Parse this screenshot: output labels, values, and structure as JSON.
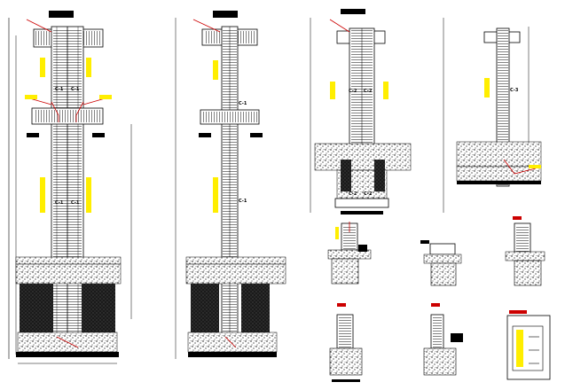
{
  "drawing": {
    "colors": {
      "background": "#ffffff",
      "linework": "#000000",
      "rebar_stirrup": "#303030",
      "annotation_red": "#cc0000",
      "annotation_yellow": "#ffee00",
      "concrete_fill": "#d8d8d8",
      "soil_fill": "#1a1a1a"
    },
    "column_labels": {
      "c1_upper_left": "C-1",
      "c1_upper_right": "C-1",
      "c1_lower_left": "C-1",
      "c1_lower_right": "C-1",
      "c1b_upper": "C-1",
      "c1b_lower": "C-1",
      "c2_left": "C-2",
      "c2_right": "C-2",
      "c2_lower_left": "C-2",
      "c2_lower_right": "C-2",
      "c3": "C-3"
    },
    "elements": {
      "elevations": [
        "column-elevation-1",
        "column-elevation-2",
        "column-elevation-3",
        "column-elevation-4"
      ],
      "details": [
        "footing-detail-1",
        "footing-detail-2",
        "footing-detail-3",
        "footing-detail-4",
        "footing-detail-5",
        "section-detail-box"
      ]
    }
  }
}
